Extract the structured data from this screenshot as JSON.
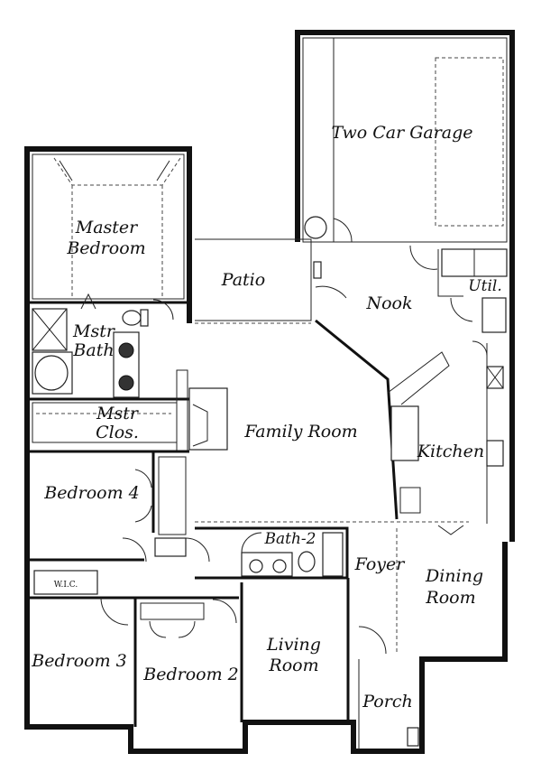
{
  "rooms": {
    "garage": "Two Car Garage",
    "master_bedroom_line1": "Master",
    "master_bedroom_line2": "Bedroom",
    "patio": "Patio",
    "nook": "Nook",
    "utility": "Util.",
    "master_bath_line1": "Mstr",
    "master_bath_line2": "Bath",
    "master_closet_line1": "Mstr",
    "master_closet_line2": "Clos.",
    "family_room": "Family Room",
    "kitchen": "Kitchen",
    "bedroom4": "Bedroom 4",
    "bath2": "Bath-2",
    "foyer": "Foyer",
    "dining_line1": "Dining",
    "dining_line2": "Room",
    "wic": "W.I.C.",
    "living_line1": "Living",
    "living_line2": "Room",
    "bedroom3": "Bedroom 3",
    "bedroom2": "Bedroom 2",
    "porch": "Porch"
  }
}
